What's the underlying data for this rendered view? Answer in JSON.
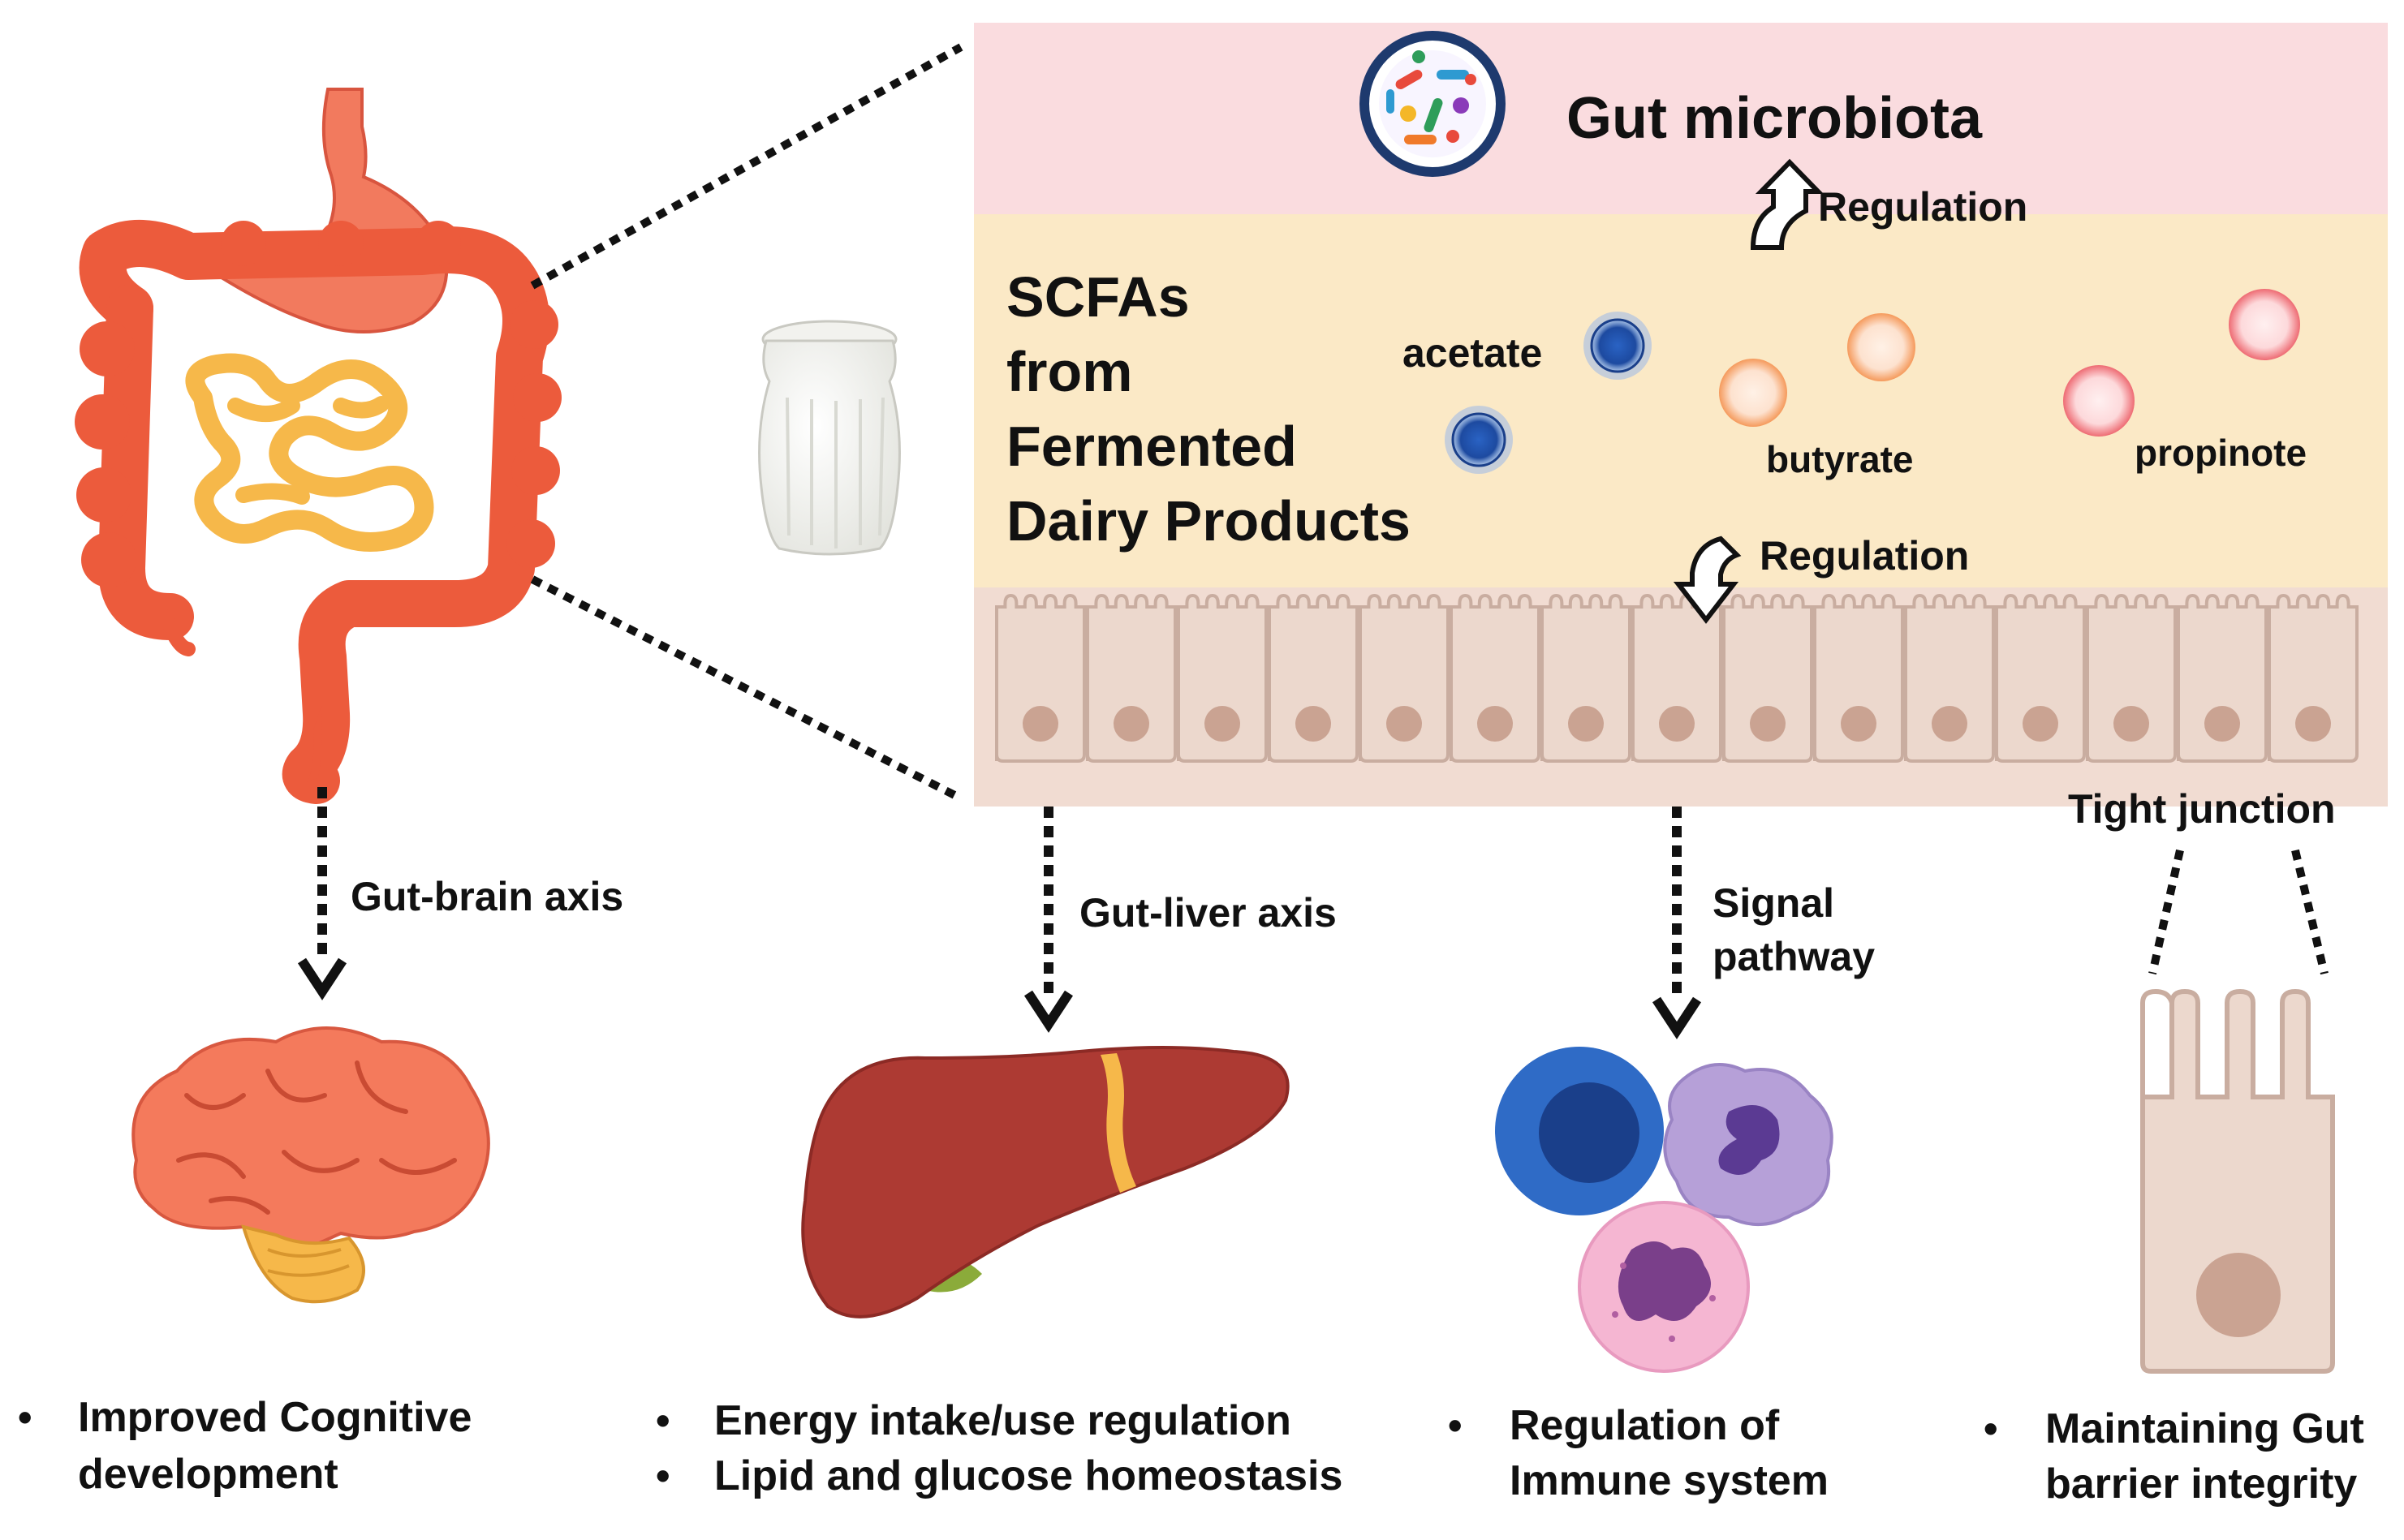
{
  "panel": {
    "microbiota_label": "Gut microbiota",
    "regulation_up": "Regulation",
    "regulation_down": "Regulation",
    "scfa_title_lines": [
      "SCFAs",
      "from",
      "Fermented",
      "Dairy Products"
    ],
    "molecules": {
      "acetate": "acetate",
      "butyrate": "butyrate",
      "propionate": "propinote"
    },
    "tight_junction": "Tight junction"
  },
  "axes": {
    "gut_brain": "Gut-brain axis",
    "gut_liver": "Gut-liver axis",
    "signal_lines": [
      "Signal",
      "pathway"
    ]
  },
  "outcomes": {
    "brain": [
      "Improved Cognitive",
      "development"
    ],
    "liver": [
      "Energy intake/use regulation",
      "Lipid and glucose homeostasis"
    ],
    "immune": [
      "Regulation of",
      "Immune system"
    ],
    "barrier": [
      "Maintaining Gut",
      "barrier integrity"
    ]
  },
  "bullet": "•",
  "colors": {
    "microbiota_band": "#fadcdf",
    "scfa_band": "#fbe9c6",
    "epithelium": "#f1dcd2",
    "cell_fill": "#ecd8cd",
    "nucleus": "#caa392",
    "intestine": "#ee5a3c",
    "small_intestine": "#f6b84a",
    "brain": "#f47a5c",
    "liver": "#ad3a33",
    "acetate": "#2b67c0",
    "butyrate": "#f8a677",
    "propionate": "#f28a8f"
  }
}
